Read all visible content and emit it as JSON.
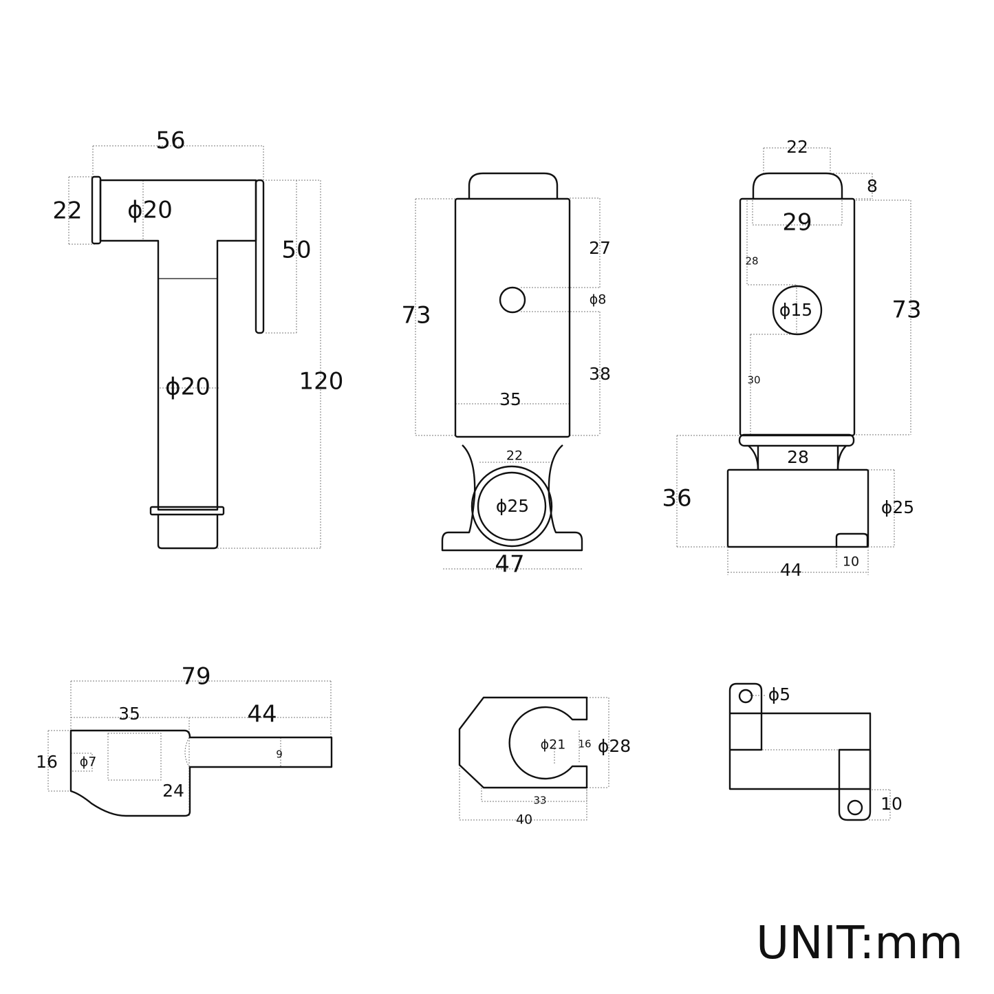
{
  "unit_label": "UNIT:mm",
  "colors": {
    "line": "#111111",
    "dimension": "#777777",
    "background": "#ffffff"
  },
  "views": {
    "sprayer_side": {
      "width": "56",
      "head_height": "22",
      "head_diameter": "ϕ20",
      "lever_length": "50",
      "total_height": "120",
      "handle_diameter": "ϕ20"
    },
    "holder_front": {
      "cap_to_hole": "27",
      "hole_diameter": "ϕ8",
      "hole_to_base": "38",
      "height": "73",
      "body_width": "35",
      "neck_width": "22",
      "ring_diameter": "ϕ25",
      "base_width": "47"
    },
    "holder_side": {
      "cap_width": "22",
      "cap_height": "8",
      "body_width": "29",
      "top_offset": "28",
      "button_diameter": "ϕ15",
      "bottom_offset": "30",
      "height": "73",
      "neck_width": "28",
      "block_height": "36",
      "ring_diameter": "ϕ25",
      "tab_width": "10",
      "block_width": "44"
    },
    "sprayer_top": {
      "total_length": "79",
      "head_length": "35",
      "handle_length": "44",
      "head_height": "16",
      "hole_diameter": "ϕ7",
      "handle_thickness": "9",
      "body_height": "24"
    },
    "clip_top": {
      "inner_diameter": "ϕ21",
      "opening": "16",
      "outer_diameter": "ϕ28",
      "inner_length": "33",
      "total_length": "40"
    },
    "bracket": {
      "hole_diameter": "ϕ5",
      "tab_size": "10"
    }
  }
}
